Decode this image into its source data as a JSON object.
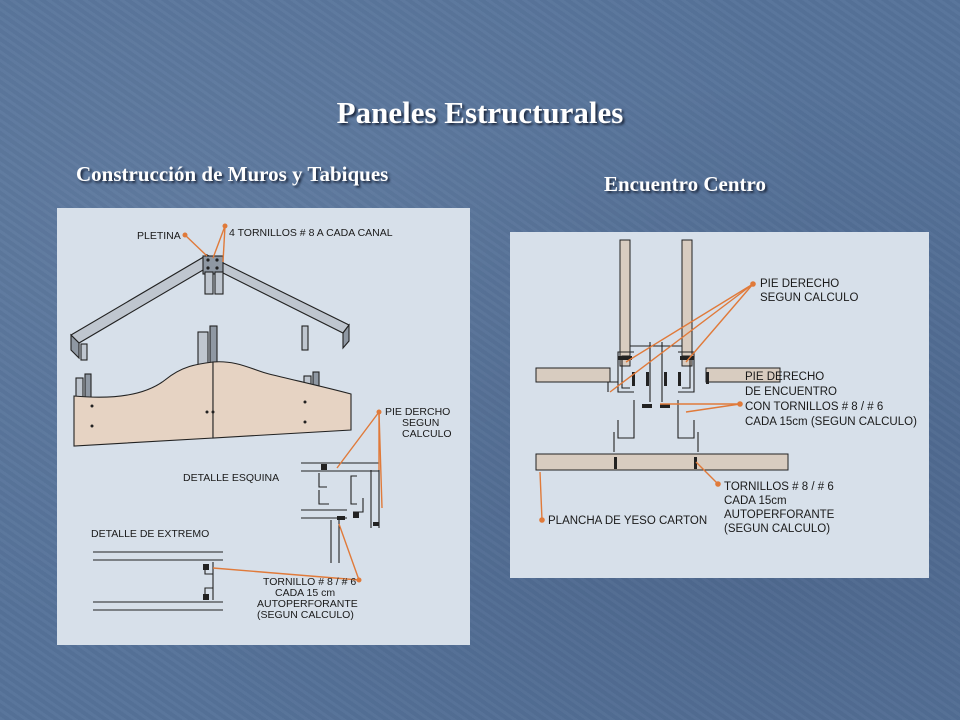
{
  "title": "Paneles Estructurales",
  "subtitle_left": "Construcción de Muros y Tabiques",
  "subtitle_right": "Encuentro Centro",
  "left_diagram": {
    "label_pletina": "PLETINA",
    "label_tornillos_canal": "4 TORNILLOS # 8 A CADA CANAL",
    "label_pie_derecho": [
      "PIE DERCHO",
      "SEGUN",
      "CALCULO"
    ],
    "label_detalle_esquina": "DETALLE ESQUINA",
    "label_detalle_extremo": "DETALLE DE EXTREMO",
    "label_tornillo": [
      "TORNILLO # 8 / # 6",
      "CADA 15 cm",
      "AUTOPERFORANTE",
      "(SEGUN CALCULO)"
    ]
  },
  "right_diagram": {
    "label_pie_derecho": [
      "PIE DERECHO",
      "SEGUN CALCULO"
    ],
    "label_pie_encuentro": [
      "PIE DERECHO",
      "DE ENCUENTRO",
      "CON TORNILLOS # 8 / # 6",
      "CADA 15cm (SEGUN CALCULO)"
    ],
    "label_tornillos": [
      "TORNILLOS # 8 / # 6",
      "CADA 15cm",
      "AUTOPERFORANTE",
      "(SEGUN CALCULO)"
    ],
    "label_plancha": "PLANCHA DE YESO CARTON"
  }
}
